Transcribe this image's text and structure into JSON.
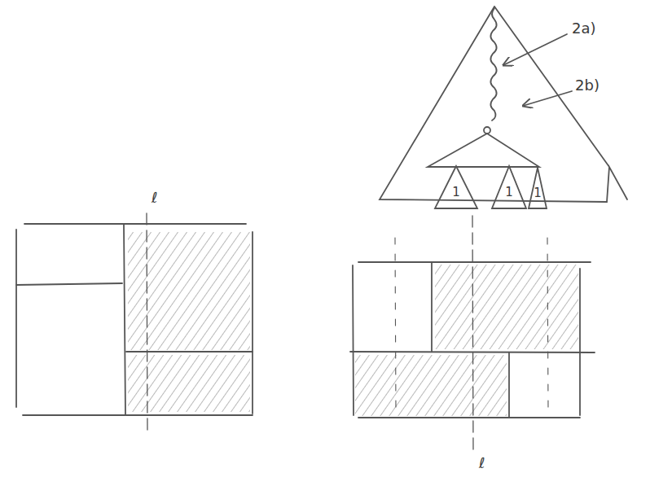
{
  "diagram": {
    "nodes": [
      {
        "text": [
          "1"
        ]
      },
      {
        "text": [
          "1"
        ]
      },
      {
        "text": [
          "1"
        ]
      }
    ],
    "labels": [
      "2a)",
      "2b)",
      "ℓ",
      "ℓ"
    ]
  }
}
